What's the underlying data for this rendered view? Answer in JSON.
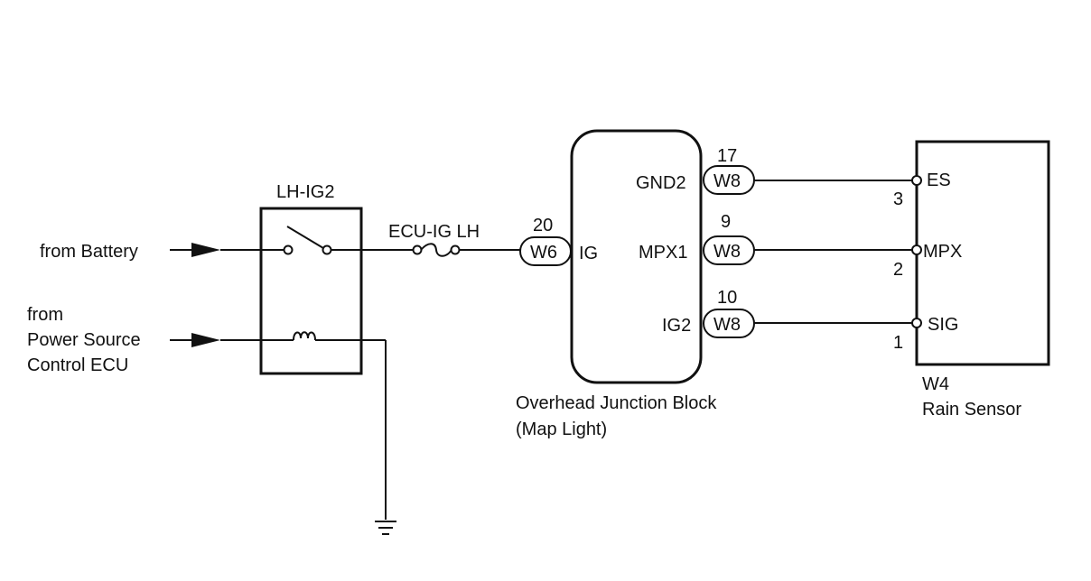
{
  "diagram": {
    "inputs": {
      "battery_label": "from Battery",
      "ecu_label_line1": "from",
      "ecu_label_line2": "Power Source",
      "ecu_label_line3": "Control ECU"
    },
    "relay": {
      "name": "LH-IG2"
    },
    "fuse": {
      "name": "ECU-IG LH"
    },
    "junction_block": {
      "label_line1": "Overhead Junction Block",
      "label_line2": "(Map Light)",
      "input_pin": {
        "number": "20",
        "connector": "W6",
        "name": "IG"
      },
      "output_pins": [
        {
          "number": "17",
          "connector": "W8",
          "name": "GND2"
        },
        {
          "number": "9",
          "connector": "W8",
          "name": "MPX1"
        },
        {
          "number": "10",
          "connector": "W8",
          "name": "IG2"
        }
      ]
    },
    "sensor": {
      "connector": "W4",
      "name": "Rain Sensor",
      "pins": [
        {
          "number": "3",
          "name": "ES"
        },
        {
          "number": "2",
          "name": "MPX"
        },
        {
          "number": "1",
          "name": "SIG"
        }
      ]
    }
  }
}
